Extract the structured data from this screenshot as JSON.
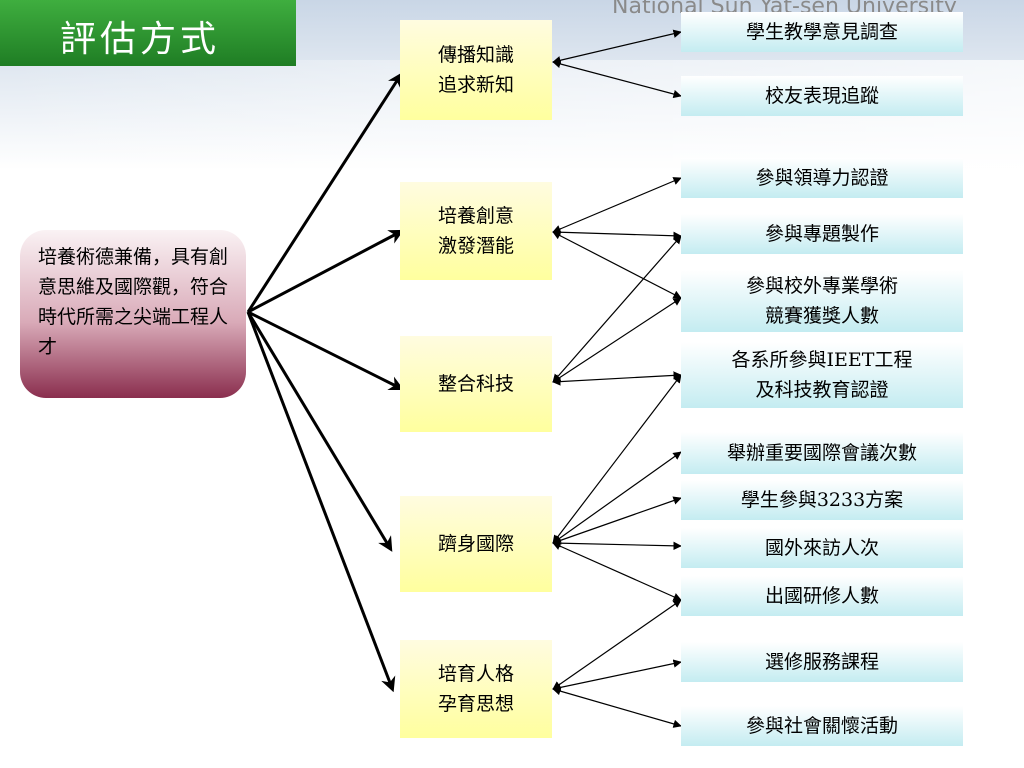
{
  "slide": {
    "title": "評估方式",
    "watermark": "National Sun Yat-sen University"
  },
  "root": {
    "text": "培養術德兼備，具有創意思維及國際觀，符合時代所需之尖端工程人才"
  },
  "objectives": [
    {
      "label": "傳播知識\n追求新知"
    },
    {
      "label": "培養創意\n激發潛能"
    },
    {
      "label": "整合科技"
    },
    {
      "label": "躋身國際"
    },
    {
      "label": "培育人格\n孕育思想"
    }
  ],
  "measures": [
    {
      "label": "學生教學意見調查"
    },
    {
      "label": "校友表現追蹤"
    },
    {
      "label": "參與領導力認證"
    },
    {
      "label": "參與專題製作"
    },
    {
      "label": "參與校外專業學術\n競賽獲獎人數"
    },
    {
      "label": "各系所參與IEET工程\n及科技教育認證"
    },
    {
      "label": "舉辦重要國際會議次數"
    },
    {
      "label": "學生參與3233方案"
    },
    {
      "label": "國外來訪人次"
    },
    {
      "label": "出國研修人數"
    },
    {
      "label": "選修服務課程"
    },
    {
      "label": "參與社會關懷活動"
    }
  ],
  "links": [
    [
      0,
      0
    ],
    [
      0,
      1
    ],
    [
      1,
      2
    ],
    [
      1,
      3
    ],
    [
      1,
      4
    ],
    [
      2,
      3
    ],
    [
      2,
      5
    ],
    [
      2,
      4
    ],
    [
      3,
      5
    ],
    [
      3,
      6
    ],
    [
      3,
      7
    ],
    [
      3,
      8
    ],
    [
      3,
      9
    ],
    [
      4,
      9
    ],
    [
      4,
      10
    ],
    [
      4,
      11
    ]
  ]
}
